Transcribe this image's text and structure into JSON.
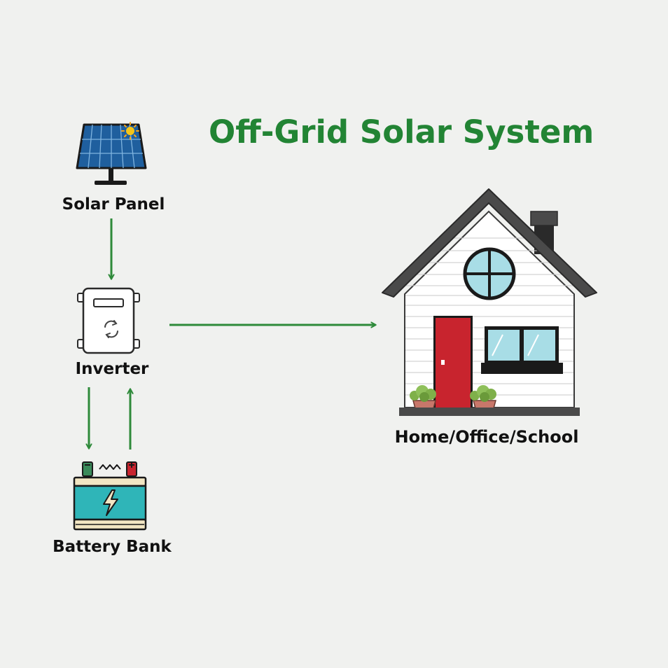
{
  "title": "Off-Grid Solar System",
  "nodes": {
    "solar_panel": {
      "label": "Solar Panel",
      "icon": "solar-panel-icon"
    },
    "inverter": {
      "label": "Inverter",
      "icon": "inverter-icon"
    },
    "battery_bank": {
      "label": "Battery Bank",
      "icon": "battery-icon"
    },
    "home": {
      "label": "Home/Office/School",
      "icon": "house-icon"
    }
  },
  "edges": [
    {
      "from": "solar_panel",
      "to": "inverter"
    },
    {
      "from": "inverter",
      "to": "battery_bank"
    },
    {
      "from": "battery_bank",
      "to": "inverter"
    },
    {
      "from": "inverter",
      "to": "home"
    }
  ],
  "colors": {
    "arrow": "#2e8a3a",
    "title": "#228434",
    "background": "#f0f1ef",
    "door": "#c8242e",
    "battery": "#2fb5b8",
    "panel": "#1f5f9e"
  }
}
